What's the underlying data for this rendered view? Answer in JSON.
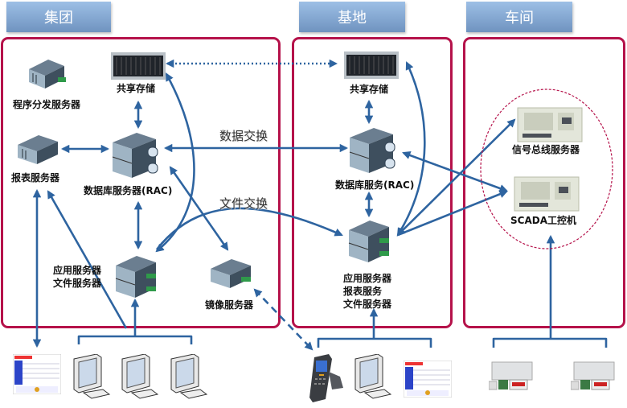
{
  "zones": {
    "group": {
      "title": "集团"
    },
    "base": {
      "title": "基地"
    },
    "workshop": {
      "title": "车间"
    }
  },
  "group": {
    "program_server": "程序分发服务器",
    "shared_storage": "共享存储",
    "report_server": "报表服务器",
    "db_server": "数据库服务器(RAC)",
    "app_server_line1": "应用服务器",
    "app_server_line2": "文件服务器",
    "mirror_server": "镜像服务器"
  },
  "base": {
    "shared_storage": "共享存储",
    "db_server": "数据库服务(RAC)",
    "app_server_line1": "应用服务器",
    "app_server_line2": "报表服务",
    "app_server_line3": "文件服务器"
  },
  "workshop": {
    "signal_server": "信号总线服务器",
    "scada": "SCADA工控机"
  },
  "links": {
    "data_exchange": "数据交换",
    "file_exchange": "文件交换"
  },
  "colors": {
    "arrow": "#2e64a0",
    "zone_border": "#b5124a",
    "tab_top": "#9dbfe6",
    "tab_bottom": "#6f93bf"
  }
}
